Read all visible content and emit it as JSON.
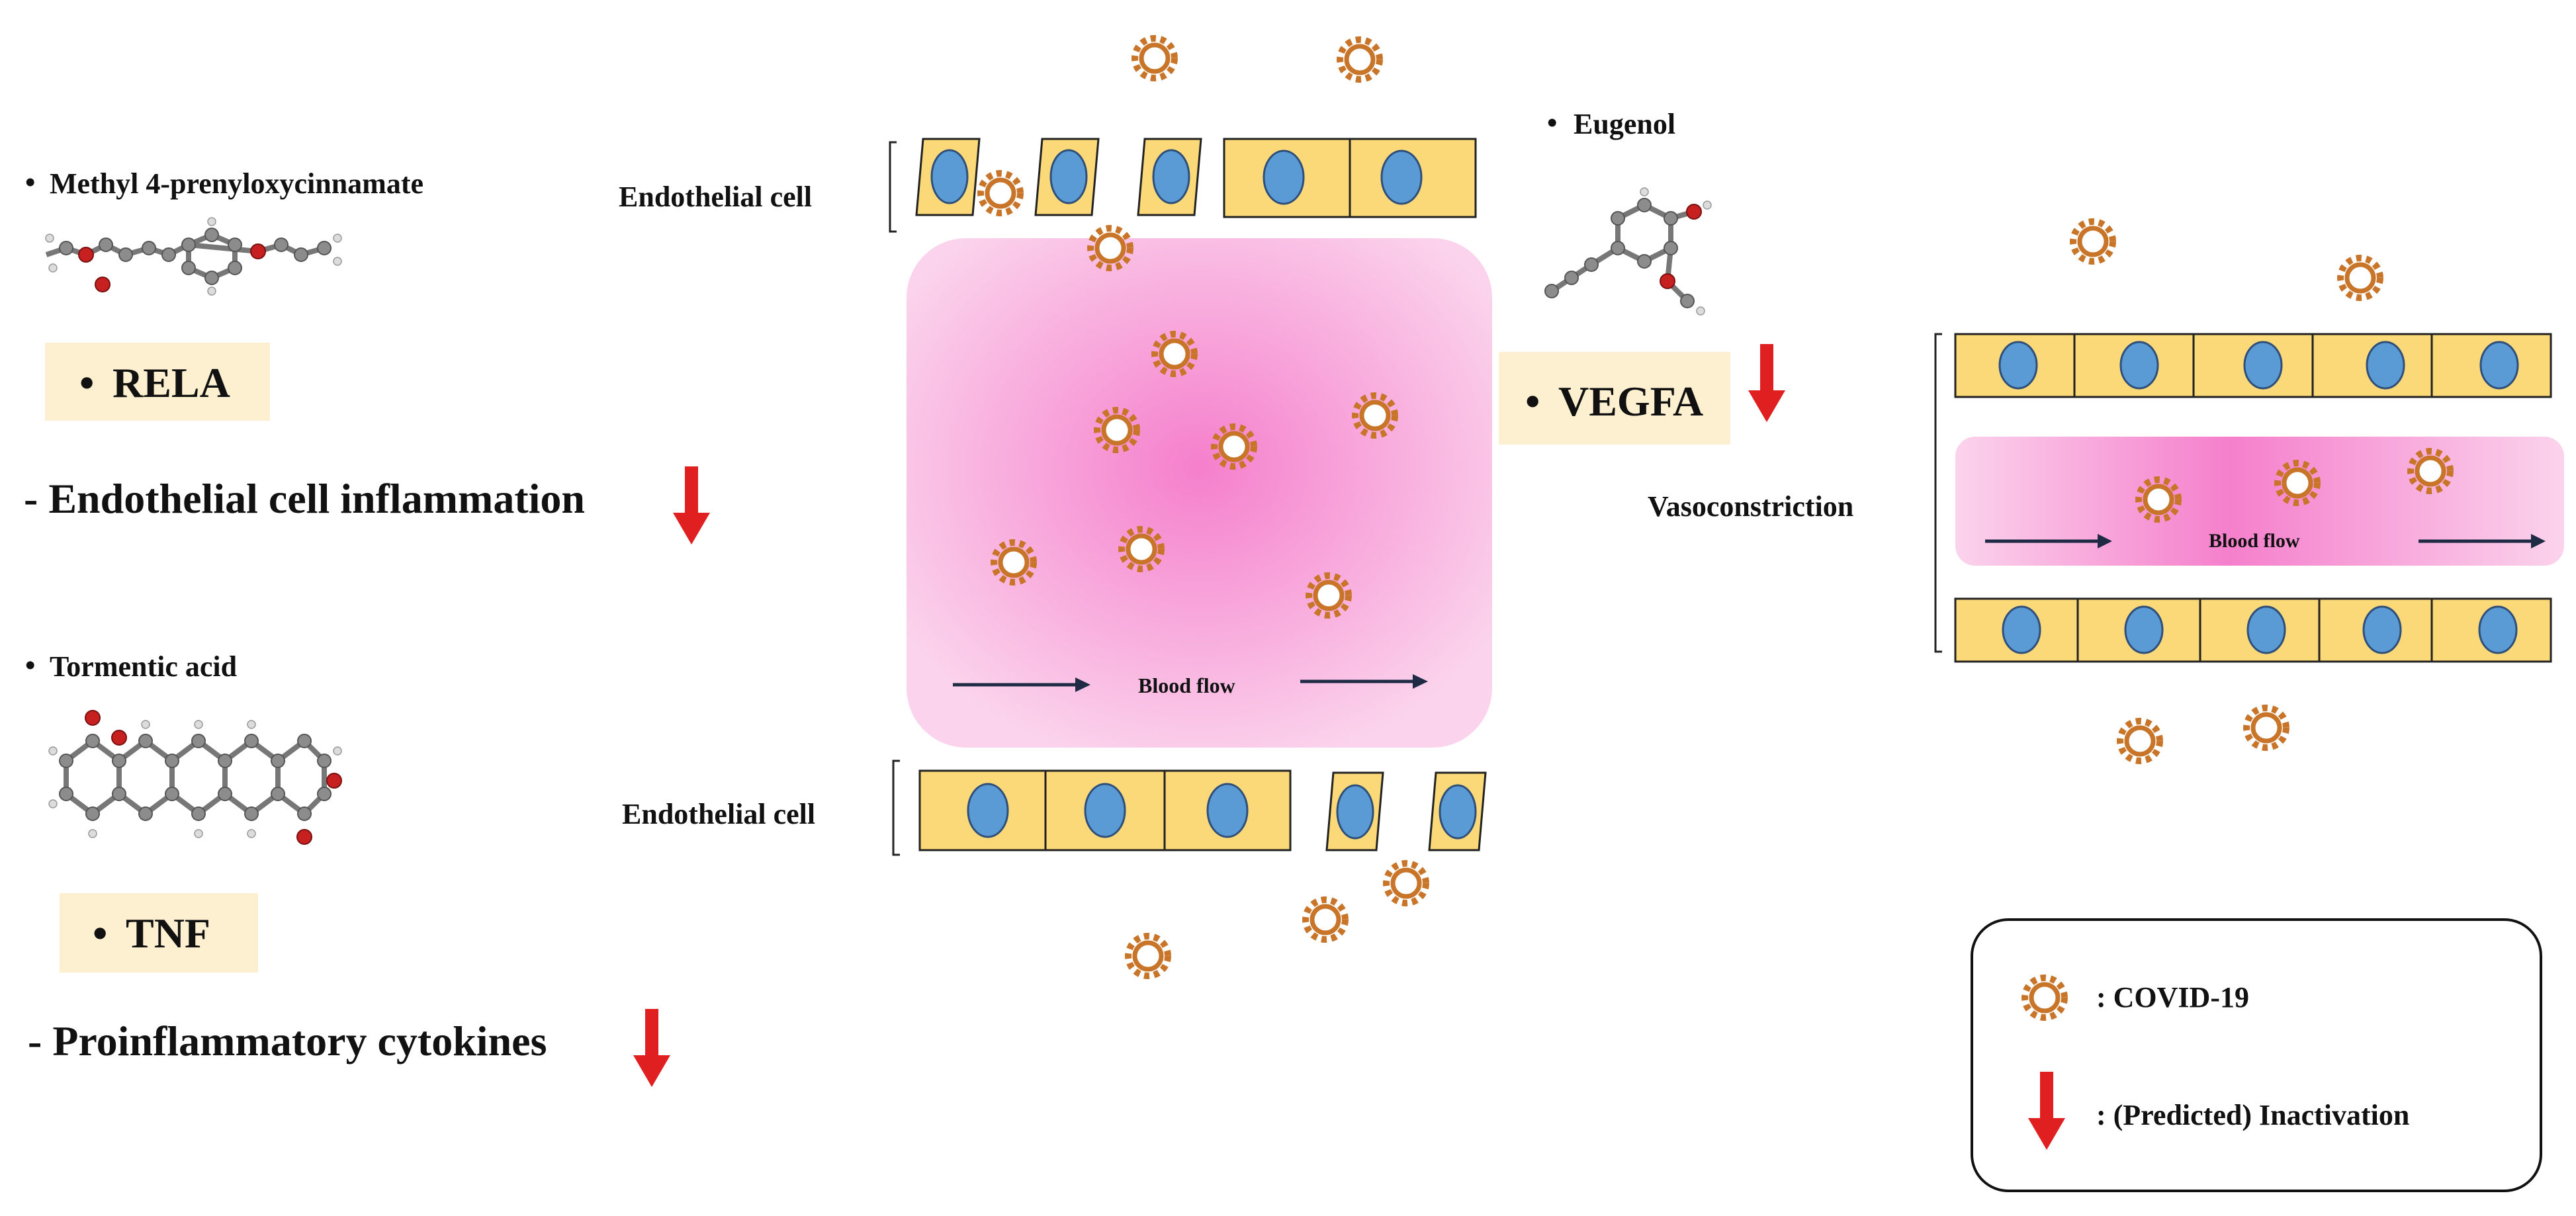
{
  "colors": {
    "cell_fill": "#fbd978",
    "nucleus": "#5b9bd5",
    "virus": "#c8752a",
    "inactivation_arrow": "#e02020",
    "vessel": "#f6a5d6",
    "label_box": "#fdf0d0"
  },
  "left_panel": {
    "compound_1": "Methyl 4-prenyloxycinnamate",
    "target_1": "RELA",
    "effect_1": "- Endothelial cell inflammation",
    "compound_2": "Tormentic acid",
    "target_2": "TNF",
    "effect_2": "- Proinflammatory cytokines"
  },
  "center_panel": {
    "endothelial_top": "Endothelial cell",
    "endothelial_bottom": "Endothelial cell",
    "blood_flow": "Blood flow"
  },
  "right_panel": {
    "compound_3": "Eugenol",
    "target_3": "VEGFA",
    "vasoconstriction": "Vasoconstriction",
    "blood_flow": "Blood flow"
  },
  "legend": {
    "virus_label": ": COVID-19",
    "arrow_label": ": (Predicted) Inactivation"
  },
  "bullet": "•"
}
